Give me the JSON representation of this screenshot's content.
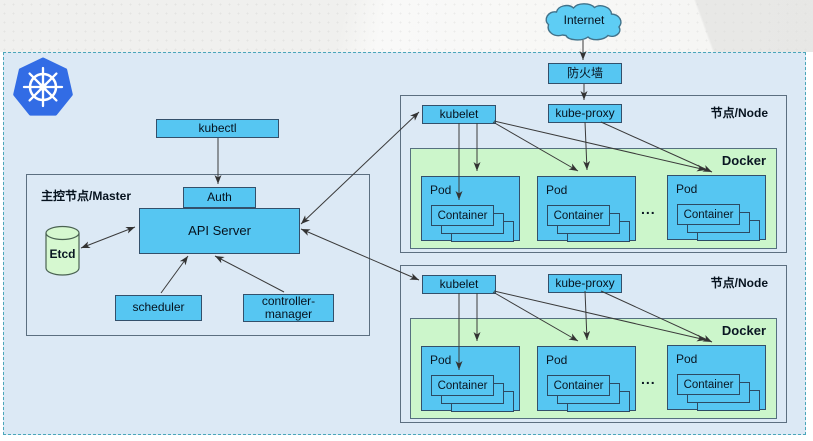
{
  "internet": {
    "label": "Internet"
  },
  "firewall": {
    "label": "防火墙"
  },
  "kubectl": {
    "label": "kubectl"
  },
  "master": {
    "title": "主控节点/Master",
    "auth_label": "Auth",
    "api_server_label": "API Server",
    "etcd_label": "Etcd",
    "scheduler_label": "scheduler",
    "controller_manager_label": "controller-manager"
  },
  "nodes": [
    {
      "title": "节点/Node",
      "kubelet_label": "kubelet",
      "kube_proxy_label": "kube-proxy",
      "docker_label": "Docker",
      "ellipsis": "...",
      "pods": [
        {
          "label": "Pod",
          "container_label": "Container"
        },
        {
          "label": "Pod",
          "container_label": "Container"
        },
        {
          "label": "Pod",
          "container_label": "Container"
        }
      ]
    },
    {
      "title": "节点/Node",
      "kubelet_label": "kubelet",
      "kube_proxy_label": "kube-proxy",
      "docker_label": "Docker",
      "ellipsis": "...",
      "pods": [
        {
          "label": "Pod",
          "container_label": "Container"
        },
        {
          "label": "Pod",
          "container_label": "Container"
        },
        {
          "label": "Pod",
          "container_label": "Container"
        }
      ]
    }
  ],
  "icons": {
    "kubernetes_logo": "kubernetes-helm-wheel",
    "internet_cloud": "cloud-shape",
    "etcd_cylinder": "database-cylinder"
  },
  "colors": {
    "box_fill": "#56c6f2",
    "docker_fill": "#ccf6cb",
    "etcd_fill": "#d6f8d0",
    "canvas_fill": "#dce9f5",
    "logo_blue": "#326ce5",
    "border_dark": "#33506b",
    "arrow": "#333333"
  }
}
